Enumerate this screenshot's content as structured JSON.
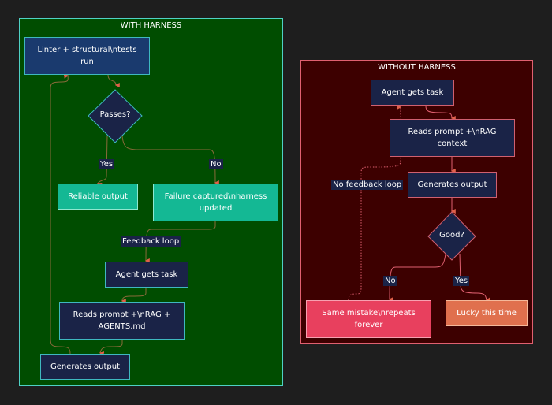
{
  "with_harness": {
    "title": "WITH HARNESS",
    "nodes": {
      "linter": "Linter + structural\\ntests run",
      "passes": "Passes?",
      "reliable": "Reliable output",
      "failure": "Failure captured\\nharness updated",
      "agent": "Agent gets task",
      "reads": "Reads prompt +\\nRAG + AGENTS.md",
      "generates": "Generates output"
    },
    "edge_labels": {
      "yes": "Yes",
      "no": "No",
      "feedback": "Feedback loop"
    }
  },
  "without_harness": {
    "title": "WITHOUT HARNESS",
    "nodes": {
      "agent": "Agent gets task",
      "reads": "Reads prompt +\\nRAG context",
      "generates": "Generates output",
      "good": "Good?",
      "same": "Same mistake\\nrepeats forever",
      "lucky": "Lucky this time"
    },
    "edge_labels": {
      "no_feedback": "No feedback loop",
      "no": "No",
      "yes": "Yes"
    }
  },
  "colors": {
    "edge_green": "#8a6a3a",
    "edge_red": "#e06070",
    "arrow": "#e0604a"
  }
}
